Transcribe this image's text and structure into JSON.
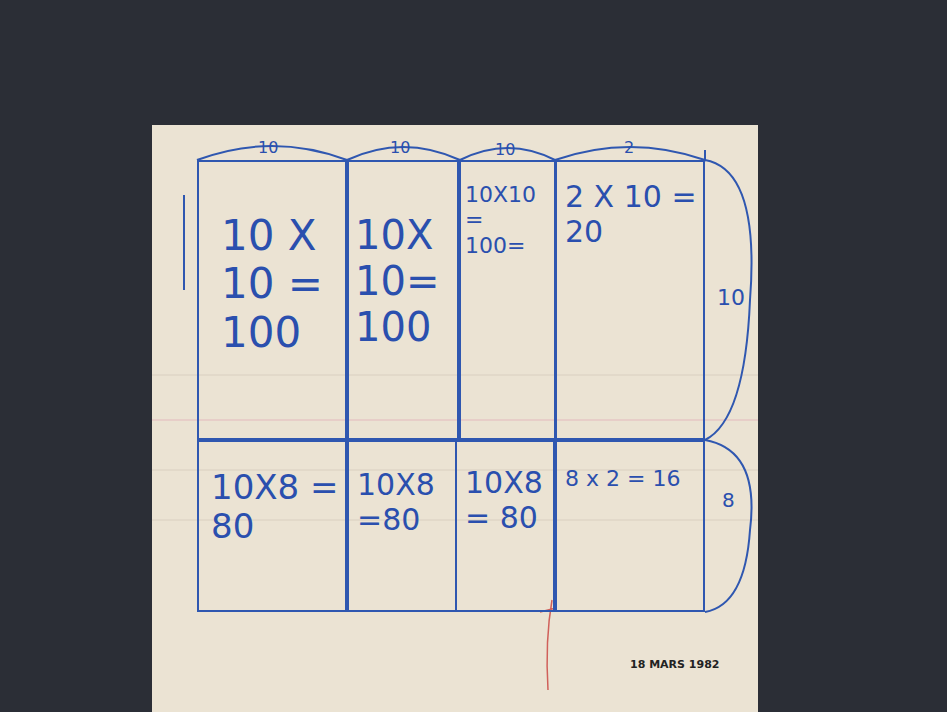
{
  "diagram": {
    "nodes": [
      {
        "text": [
          "10 X 10 = 100"
        ]
      },
      {
        "text": [
          "10X 10= 100"
        ]
      },
      {
        "text": [
          "10X10 = 100="
        ]
      },
      {
        "text": [
          "2 X 10 = 20"
        ]
      },
      {
        "text": [
          "10X8 = 80"
        ]
      },
      {
        "text": [
          "10X8 =80"
        ]
      },
      {
        "text": [
          "10X8 = 80"
        ]
      },
      {
        "text": [
          "8 x 2 = 16"
        ]
      }
    ],
    "labels": [
      "10",
      "10",
      "10",
      "2",
      "10",
      "8",
      "18 MARS 1982"
    ]
  }
}
